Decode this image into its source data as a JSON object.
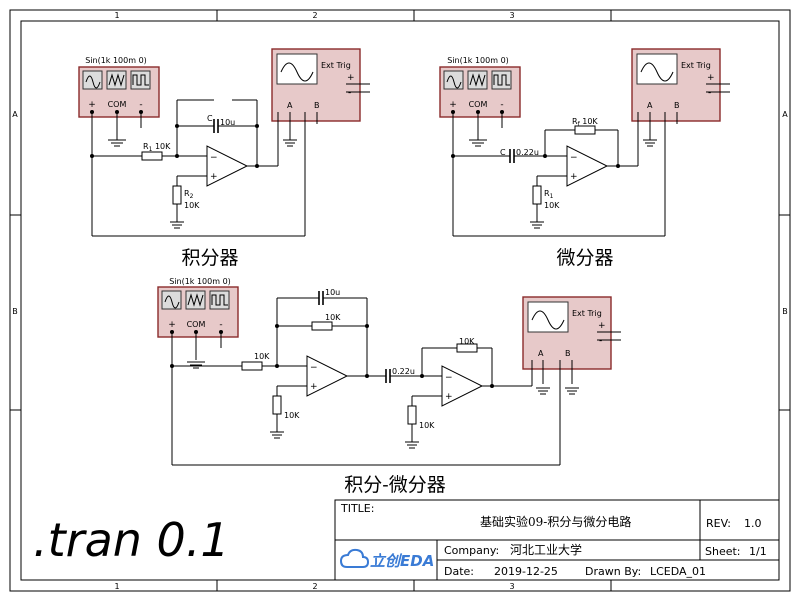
{
  "frame": {
    "columns": [
      "1",
      "2",
      "3"
    ],
    "rows": [
      "A",
      "B"
    ]
  },
  "instruments": {
    "generator_label": "Sin(1k 100m 0)",
    "generator_terminals": [
      "+",
      "COM",
      "-"
    ],
    "scope_label": "Ext Trig",
    "scope_channels": [
      "A",
      "B"
    ],
    "scope_plus": "+",
    "scope_minus": "-"
  },
  "integrator": {
    "title": "积分器",
    "cap_label": "C",
    "cap_value": "10u",
    "r1_label": "R",
    "r1_sub": "1",
    "r1_value": "10K",
    "r2_label": "R",
    "r2_sub": "2",
    "r2_value": "10K",
    "opamp_minus": "−",
    "opamp_plus": "+"
  },
  "differentiator": {
    "title": "微分器",
    "cap_label": "C",
    "cap_value": "0.22u",
    "rf_label": "R",
    "rf_sub": "f",
    "rf_value": "10K",
    "r1_label": "R",
    "r1_sub": "1",
    "r1_value": "10K",
    "opamp_minus": "−",
    "opamp_plus": "+"
  },
  "integ_diff": {
    "title": "积分-微分器",
    "cap1_value": "10u",
    "rf1_value": "10K",
    "rin_value": "10K",
    "rgnd1_value": "10K",
    "cap2_value": "0.22u",
    "rf2_value": "10K",
    "rgnd2_value": "10K"
  },
  "simulation": {
    "directive": ".tran 0.1"
  },
  "title_block": {
    "title_label": "TITLE:",
    "title_value": "基础实验09-积分与微分电路",
    "rev_label": "REV:",
    "rev_value": "1.0",
    "company_label": "Company:",
    "company_value": "河北工业大学",
    "sheet_label": "Sheet:",
    "sheet_value": "1/1",
    "date_label": "Date:",
    "date_value": "2019-12-25",
    "drawn_label": "Drawn By:",
    "drawn_value": "LCEDA_01",
    "logo_text": "立创EDA"
  }
}
